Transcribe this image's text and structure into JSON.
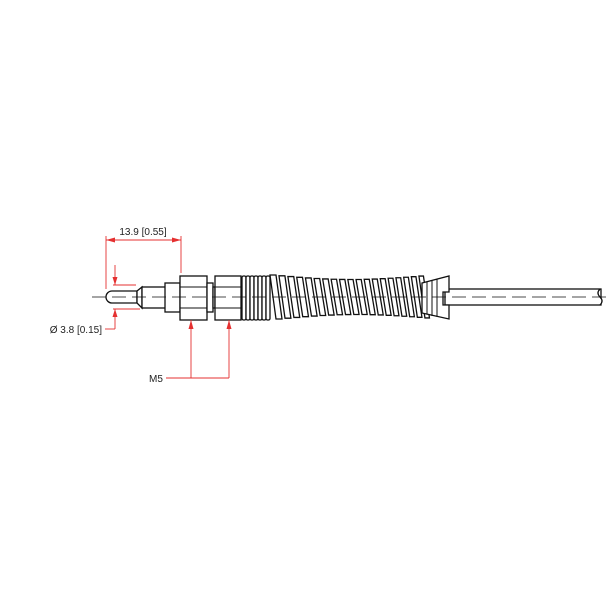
{
  "dimensions": {
    "length": "13.9 [0.55]",
    "diameter": "Ø 3.8 [0.15]",
    "thread": "M5"
  },
  "colors": {
    "outline": "#111111",
    "dimension": "#e53030",
    "background": "#ffffff"
  }
}
